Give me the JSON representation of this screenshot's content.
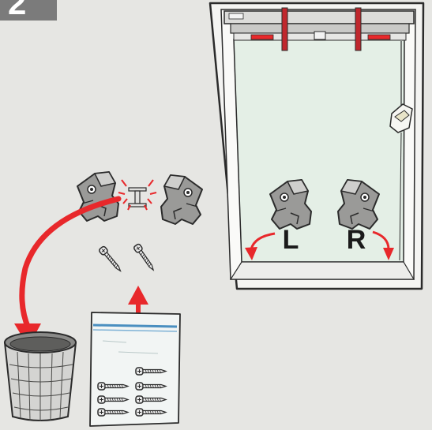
{
  "step_number": "2",
  "labels": {
    "left": "L",
    "right": "R"
  },
  "colors": {
    "background": "#e6e6e3",
    "badge": "#7b7b7b",
    "arrow_red": "#e8282b",
    "window_glass": "#e4efe6",
    "outline": "#2b2b2b",
    "bracket_grey": "#9a9a98"
  },
  "icons": [
    "step-badge",
    "roof-window",
    "roller-blind-top-bar",
    "side-rail-slider",
    "bracket-left",
    "bracket-right",
    "connector-piece",
    "screw",
    "screw-bag",
    "waste-bin",
    "red-arrow"
  ]
}
